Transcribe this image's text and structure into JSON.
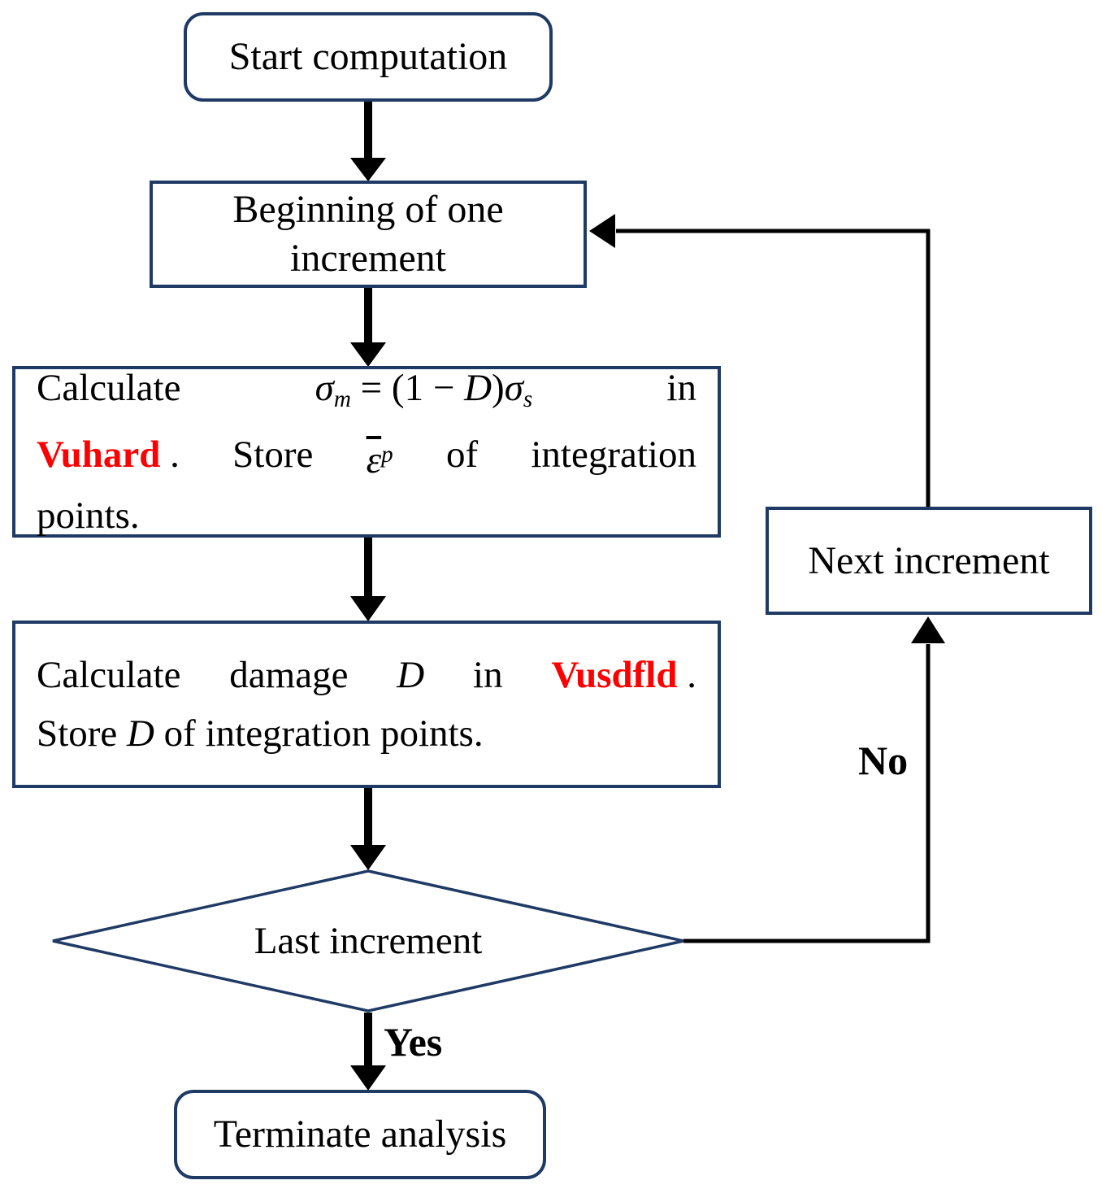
{
  "colors": {
    "background": "#ffffff",
    "node_border": "#1f3a64",
    "arrow": "#000000",
    "keyword_red": "#fe0000",
    "text": "#000000"
  },
  "nodes": {
    "start": {
      "label": "Start computation"
    },
    "beginning": {
      "lines": [
        "Beginning of one",
        "increment"
      ]
    },
    "calc_vuhard": {
      "lines": [
        {
          "justify": true,
          "words": [
            [
              {
                "t": "Calculate",
                "s": ""
              }
            ],
            [
              {
                "t": "σ",
                "s": "it"
              },
              {
                "t": "m",
                "s": "sub"
              },
              {
                "t": " = (1 − ",
                "s": ""
              },
              {
                "t": "D",
                "s": "it"
              },
              {
                "t": ")",
                "s": ""
              },
              {
                "t": "σ",
                "s": "it"
              },
              {
                "t": "s",
                "s": "sub"
              }
            ],
            [
              {
                "t": "in",
                "s": ""
              }
            ]
          ]
        },
        {
          "justify": true,
          "words": [
            [
              {
                "t": "Vuhard",
                "s": "red"
              },
              {
                "t": " .",
                "s": ""
              }
            ],
            [
              {
                "t": "Store",
                "s": ""
              }
            ],
            [
              {
                "t": "ε",
                "s": "bar"
              },
              {
                "t": "p",
                "s": "sup"
              }
            ],
            [
              {
                "t": "of",
                "s": ""
              }
            ],
            [
              {
                "t": "integration",
                "s": ""
              }
            ]
          ]
        },
        {
          "justify": false,
          "words": [
            [
              {
                "t": "points.",
                "s": ""
              }
            ]
          ]
        }
      ]
    },
    "calc_vusdfld": {
      "lines": [
        {
          "justify": true,
          "words": [
            [
              {
                "t": "Calculate",
                "s": ""
              }
            ],
            [
              {
                "t": "damage",
                "s": ""
              }
            ],
            [
              {
                "t": "D",
                "s": "it"
              }
            ],
            [
              {
                "t": "in",
                "s": ""
              }
            ],
            [
              {
                "t": "Vusdfld",
                "s": "red"
              },
              {
                "t": " .",
                "s": ""
              }
            ]
          ]
        },
        {
          "justify": false,
          "words": [
            [
              {
                "t": "Store",
                "s": ""
              }
            ],
            [
              {
                "t": "D",
                "s": "it"
              }
            ],
            [
              {
                "t": "of",
                "s": ""
              }
            ],
            [
              {
                "t": "integration",
                "s": ""
              }
            ],
            [
              {
                "t": "points.",
                "s": ""
              }
            ]
          ]
        }
      ]
    },
    "decision": {
      "label": "Last increment"
    },
    "next_increment": {
      "label": "Next increment"
    },
    "terminate": {
      "label": "Terminate analysis"
    }
  },
  "edge_labels": {
    "yes": "Yes",
    "no": "No"
  }
}
